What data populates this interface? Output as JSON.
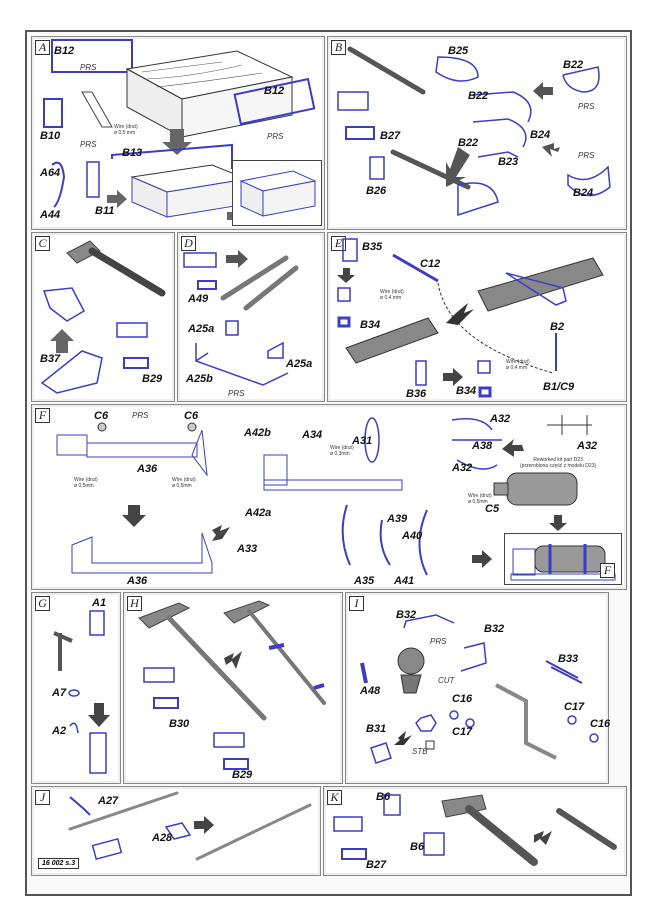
{
  "document": {
    "page_code": "16 002 s.3",
    "colors": {
      "part_outline": "#3c3cc8",
      "metal": "#8a8a8a",
      "arrow": "#333333",
      "frame": "#555555"
    }
  },
  "panels": {
    "A": {
      "label": "A",
      "parts": [
        "B12",
        "B12",
        "B10",
        "B13",
        "A64",
        "A44",
        "B11"
      ],
      "notes": [
        "PRS",
        "PRS",
        "PRS"
      ],
      "wire": "Wire (drut)\nø 0,5 mm"
    },
    "B": {
      "label": "B",
      "parts": [
        "B25",
        "B22",
        "B22",
        "B22",
        "B27",
        "B24",
        "B23",
        "B26",
        "B24"
      ],
      "notes": [
        "PRS",
        "PRS"
      ]
    },
    "C": {
      "label": "C",
      "parts": [
        "B37",
        "B29"
      ]
    },
    "D": {
      "label": "D",
      "parts": [
        "A49",
        "A25a",
        "A25a",
        "A25b"
      ],
      "notes": [
        "PRS"
      ]
    },
    "E": {
      "label": "E",
      "parts": [
        "B35",
        "C12",
        "B34",
        "B2",
        "B36",
        "B34",
        "B1/C9"
      ],
      "wire_1": "Wire (drut)\nø 0,4 mm",
      "wire_2": "Wire (drut)\nø 0,4 mm"
    },
    "F": {
      "label": "F",
      "inset_label": "F",
      "parts": [
        "C6",
        "C6",
        "A36",
        "A36",
        "A42b",
        "A34",
        "A31",
        "A32",
        "A38",
        "A32",
        "A32",
        "A42a",
        "A33",
        "A39",
        "A40",
        "A35",
        "A41",
        "C5"
      ],
      "notes": [
        "PRS"
      ],
      "wire_1": "Wire (drut)\nø 0,5mm",
      "wire_2": "Wire (drut)\nø 0,5mm",
      "wire_3": "Wire (drut)\nø 0,3mm",
      "wire_4": "Wire (drut)\nø 0,5mm",
      "reworked_note": "Reworked kit part D23\n(przerobiona część z modelu D23)"
    },
    "G": {
      "label": "G",
      "parts": [
        "A1",
        "A7",
        "A2"
      ]
    },
    "H": {
      "label": "H",
      "parts": [
        "B30",
        "B29"
      ]
    },
    "I": {
      "label": "I",
      "parts": [
        "B32",
        "B32",
        "A48",
        "B33",
        "C16",
        "C17",
        "C17",
        "C16",
        "B31"
      ],
      "notes": [
        "PRS",
        "CUT",
        "STB"
      ]
    },
    "J": {
      "label": "J",
      "parts": [
        "A27",
        "A28"
      ]
    },
    "K": {
      "label": "K",
      "parts": [
        "B6",
        "B6",
        "B27"
      ]
    }
  }
}
